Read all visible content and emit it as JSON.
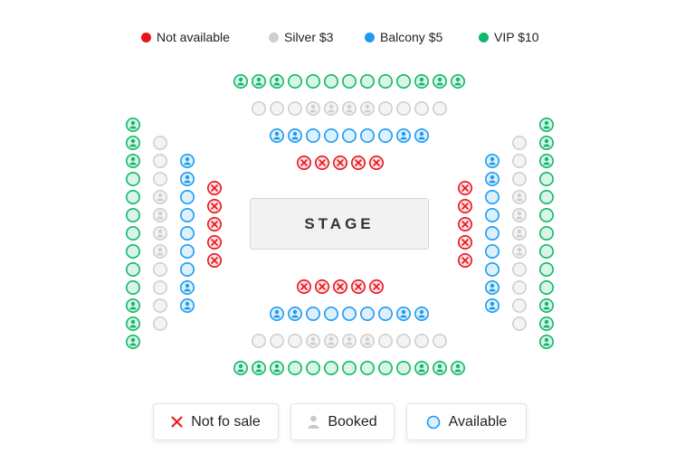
{
  "price_legend": [
    {
      "label": "Not available",
      "color": "#e8131c"
    },
    {
      "label": "Silver $3",
      "color": "#cfcfcf"
    },
    {
      "label": "Balcony $5",
      "color": "#1d9bf0"
    },
    {
      "label": "VIP $10",
      "color": "#12b76a"
    }
  ],
  "stage": {
    "label": "STAGE"
  },
  "status_legend": {
    "not_for_sale": "Not fo sale",
    "booked": "Booked",
    "available": "Available"
  },
  "seat_types": {
    "vip": {
      "stroke": "#12b76a",
      "fill": "#d9f5e7"
    },
    "silver": {
      "stroke": "#cfcfcf",
      "fill": "#f4f4f4"
    },
    "balcony": {
      "stroke": "#1d9bf0",
      "fill": "#dcf0fd"
    },
    "na": {
      "stroke": "#e8131c",
      "fill": "#fde2e3"
    }
  },
  "sections": [
    {
      "id": "top-vip",
      "type": "vip",
      "axis": "h",
      "seats": "BBBAAAAAAABBB"
    },
    {
      "id": "top-silver",
      "type": "silver",
      "axis": "h",
      "seats": "AAABBBBAAAA"
    },
    {
      "id": "top-balcony",
      "type": "balcony",
      "axis": "h",
      "seats": "BBAAAAABB"
    },
    {
      "id": "top-na",
      "type": "na",
      "axis": "h",
      "seats": "XXXXX"
    },
    {
      "id": "bottom-na",
      "type": "na",
      "axis": "h",
      "seats": "XXXXX"
    },
    {
      "id": "bottom-balcony",
      "type": "balcony",
      "axis": "h",
      "seats": "BBAAAAABB"
    },
    {
      "id": "bottom-silver",
      "type": "silver",
      "axis": "h",
      "seats": "AAABBBBAAAA"
    },
    {
      "id": "bottom-vip",
      "type": "vip",
      "axis": "h",
      "seats": "BBBAAAAAAABBB"
    },
    {
      "id": "left-vip",
      "type": "vip",
      "axis": "v",
      "seats": "BBBAAAAAAABBB"
    },
    {
      "id": "left-silver",
      "type": "silver",
      "axis": "v",
      "seats": "AAABBBBAAAA"
    },
    {
      "id": "left-balcony",
      "type": "balcony",
      "axis": "v",
      "seats": "BBAAAAABB"
    },
    {
      "id": "left-na",
      "type": "na",
      "axis": "v",
      "seats": "XXXXX"
    },
    {
      "id": "right-na",
      "type": "na",
      "axis": "v",
      "seats": "XXXXX"
    },
    {
      "id": "right-balcony",
      "type": "balcony",
      "axis": "v",
      "seats": "BBAAAAABB"
    },
    {
      "id": "right-silver",
      "type": "silver",
      "axis": "v",
      "seats": "AAABBBBAAAA"
    },
    {
      "id": "right-vip",
      "type": "vip",
      "axis": "v",
      "seats": "BBBAAAAAAABBB"
    }
  ]
}
